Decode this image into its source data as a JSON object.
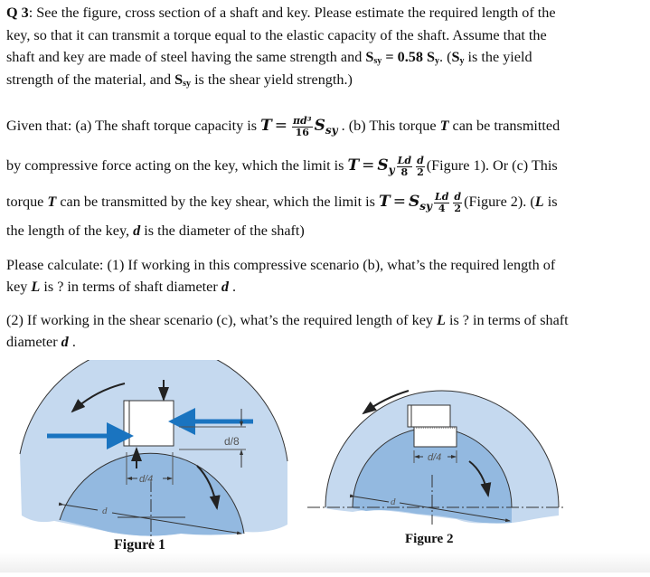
{
  "question": {
    "label": "Q 3",
    "intro_lines": [
      ": See the figure, cross section of a shaft and key. Please estimate the required length of the",
      "key, so that it can transmit a torque equal to the elastic capacity of the shaft. Assume that the",
      "shaft and key are made of steel having the same strength and ",
      "strength of the material, and ",
      " is the shear yield strength.)"
    ],
    "ssy_symbol": "S",
    "ssy_sub": "sy",
    "sy_symbol": "S",
    "sy_sub": "y",
    "ssy_eq": " = 0.58 S",
    "ssy_eq_tail": ". (",
    "sy_is_yield": " is the yield"
  },
  "given": {
    "line1_prefix": "Given that: (a) The shaft torque capacity is ",
    "T": "T",
    "equals": "=",
    "eq_a_num": "πd³",
    "eq_a_den": "16",
    "eq_a_S": "S",
    "eq_a_sub": "sy",
    "line1_suffix": " . (b) This torque ",
    "line1_suffix2": " can be transmitted",
    "line2_prefix": "by compressive force acting on the key, which the limit is ",
    "eq_b_S": "S",
    "eq_b_sub": "y",
    "eq_b_frac1_num": "Ld",
    "eq_b_frac1_den": "8",
    "eq_b_frac2_num": "d",
    "eq_b_frac2_den": "2",
    "line2_suffix": "(Figure 1).  Or (c) This",
    "line3_prefix": "torque ",
    "line3_mid": " can be transmitted by the key shear, which the limit is ",
    "eq_c_S": "S",
    "eq_c_sub": "sy",
    "eq_c_frac1_num": "Ld",
    "eq_c_frac1_den": "4",
    "eq_c_frac2_num": "d",
    "eq_c_frac2_den": "2",
    "line3_suffix": "(Figure 2). (",
    "L": "L",
    "line3_end": " is",
    "line4_prefix": "the length of the key, ",
    "d": "d",
    "line4_suffix": " is the diameter of the shaft)"
  },
  "tasks": {
    "task1_line1": "Please calculate:  (1) If working in this compressive scenario (b), what’s the required length of",
    "task1_line2_prefix": "key ",
    "task1_line2_suffix": " is ? in terms of shaft diameter ",
    "task1_line2_end": " .",
    "task2_line1_prefix": "(2) If working in the shear scenario (c), what’s the required length of key ",
    "task2_line1_suffix": " is ? in terms of shaft",
    "task2_line2_prefix": "diameter ",
    "task2_line2_end": " ."
  },
  "figures": {
    "figure1": {
      "caption": "Figure 1",
      "dim_key_width": "d/4",
      "dim_key_depth": "d/8",
      "dim_diameter": "d"
    },
    "figure2": {
      "caption": "Figure 2",
      "dim_key_width": "d/4",
      "dim_diameter": "d"
    },
    "colors": {
      "hub_fill": "#c5d9ef",
      "shaft_fill": "#93b9e0",
      "force_arrow": "#1a74c0",
      "outline": "#333333"
    }
  }
}
